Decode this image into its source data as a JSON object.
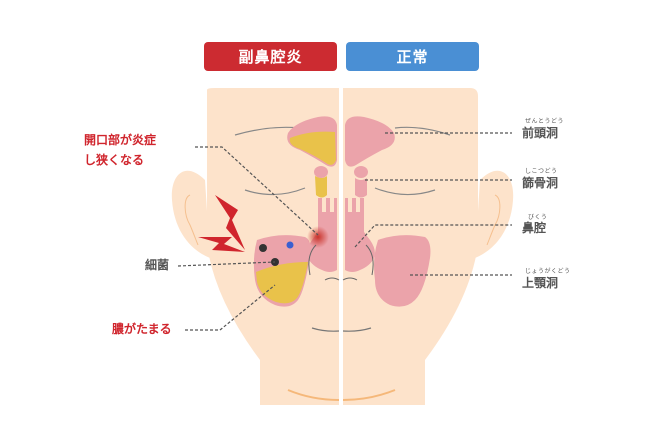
{
  "headers": {
    "left": {
      "label": "副鼻腔炎",
      "color": "#cc2b31"
    },
    "right": {
      "label": "正常",
      "color": "#4a8fd4"
    }
  },
  "left_labels": {
    "opening": {
      "line1": "開口部が炎症",
      "line2": "し狭くなる",
      "color": "#d0252d"
    },
    "bacteria": {
      "label": "細菌",
      "color": "#555555"
    },
    "pus": {
      "label": "膿がたまる",
      "color": "#d0252d"
    }
  },
  "right_labels": [
    {
      "ruby": "ぜんとうどう",
      "label": "前頭洞"
    },
    {
      "ruby": "しこつどう",
      "label": "篩骨洞"
    },
    {
      "ruby": "びくう",
      "label": "鼻腔"
    },
    {
      "ruby": "じょうがくどう",
      "label": "上顎洞"
    }
  ],
  "colors": {
    "skin": "#fde3cb",
    "sinus_pink": "#eba3aa",
    "pus_yellow": "#e9c24a",
    "inflammation": "#c9332b",
    "bolt": "#d0252d",
    "dashed_line": "#555555",
    "bacteria_dark": "#333333",
    "bacteria_blue": "#3a5fd0"
  }
}
